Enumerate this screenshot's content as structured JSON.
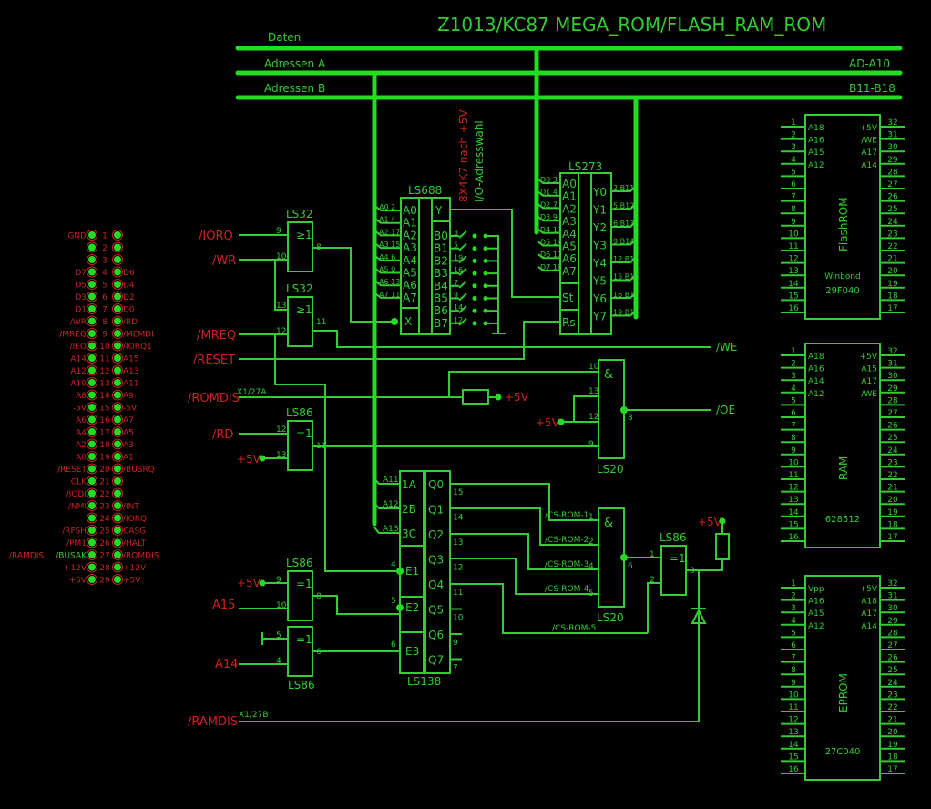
{
  "title": "Z1013/KC87 MEGA_ROM/FLASH_RAM_ROM",
  "buses": {
    "daten": "Daten",
    "adr_a": "Adressen A",
    "adr_b": "Adressen B",
    "adr_a_range": "AD-A10",
    "adr_b_range": "B11-B18"
  },
  "connector": {
    "rows": [
      {
        "n": "1",
        "l": "GND",
        "r": ""
      },
      {
        "n": "2",
        "l": "",
        "r": ""
      },
      {
        "n": "3",
        "l": "",
        "r": ""
      },
      {
        "n": "4",
        "l": "D7",
        "r": "D6"
      },
      {
        "n": "5",
        "l": "D5",
        "r": "D4"
      },
      {
        "n": "6",
        "l": "D3",
        "r": "D2"
      },
      {
        "n": "7",
        "l": "D1",
        "r": "D0"
      },
      {
        "n": "8",
        "l": "/WR",
        "r": "/RD"
      },
      {
        "n": "9",
        "l": "/MREQ",
        "r": "/MEMDI"
      },
      {
        "n": "10",
        "l": "/IEO",
        "r": "/IORQ1"
      },
      {
        "n": "11",
        "l": "A14",
        "r": "A15"
      },
      {
        "n": "12",
        "l": "A12",
        "r": "A13"
      },
      {
        "n": "13",
        "l": "A10",
        "r": "A11"
      },
      {
        "n": "14",
        "l": "A8",
        "r": "A9"
      },
      {
        "n": "15",
        "l": "-5V",
        "r": "-5V"
      },
      {
        "n": "16",
        "l": "A6",
        "r": "A7"
      },
      {
        "n": "17",
        "l": "A4",
        "r": "A5"
      },
      {
        "n": "18",
        "l": "A2",
        "r": "A3"
      },
      {
        "n": "19",
        "l": "A0",
        "r": "A1"
      },
      {
        "n": "20",
        "l": "/RESET",
        "r": "/BUSRQ"
      },
      {
        "n": "21",
        "l": "CLK",
        "r": ""
      },
      {
        "n": "22",
        "l": "/IODI",
        "r": ""
      },
      {
        "n": "23",
        "l": "/NMI",
        "r": "/INT"
      },
      {
        "n": "24",
        "l": "",
        "r": "/IORQ"
      },
      {
        "n": "25",
        "l": "/RFSH",
        "r": "CASG"
      },
      {
        "n": "26",
        "l": "/PM1",
        "r": "/HALT"
      },
      {
        "n": "27",
        "l": "/BUSAK",
        "r": "/ROMDIS"
      },
      {
        "n": "28",
        "l": "+12V",
        "r": "+12V"
      },
      {
        "n": "29",
        "l": "+5V",
        "r": "+5V"
      }
    ],
    "extra_left_27": "/RAMDIS"
  },
  "signals": {
    "iorq": "/IORQ",
    "wr": "/WR",
    "mreq": "/MREQ",
    "reset": "/RESET",
    "romdis": "/ROMDIS",
    "romdis_ref": "X1/27A",
    "rd": "/RD",
    "a15": "A15",
    "a14": "A14",
    "ramdis": "/RAMDIS",
    "ramdis_ref": "X1/27B",
    "we": "/WE",
    "oe": "/OE",
    "plus5v": "+5V"
  },
  "gates": {
    "ls32_1": {
      "name": "LS32",
      "sym": "≥1",
      "p1": "9",
      "p2": "10",
      "out": "8"
    },
    "ls32_2": {
      "name": "LS32",
      "sym": "≥1",
      "p1": "13",
      "p2": "12",
      "out": "11"
    },
    "ls86_1": {
      "name": "LS86",
      "sym": "=1",
      "p1": "12",
      "p2": "13",
      "out": "11"
    },
    "ls86_2": {
      "name": "LS86",
      "sym": "=1",
      "p1": "9",
      "p2": "10",
      "out": "8"
    },
    "ls86_3": {
      "name": "LS86",
      "sym": "=1",
      "p1": "5",
      "p2": "4",
      "out": "6"
    },
    "ls86_4": {
      "name": "LS86",
      "sym": "=1",
      "p1": "1",
      "p2": "2",
      "out": "3"
    },
    "ls20_1": {
      "name": "LS20",
      "sym": "&",
      "pins": [
        "10",
        "13",
        "12",
        "9"
      ],
      "out": "8"
    },
    "ls20_2": {
      "name": "LS20",
      "sym": "&",
      "pins": [
        "1",
        "2",
        "4",
        "5"
      ],
      "out": "6"
    }
  },
  "ls688": {
    "name": "LS688",
    "a_pins": [
      "A0",
      "A1",
      "A2",
      "A3",
      "A4",
      "A5",
      "A6",
      "A7"
    ],
    "a_labels": [
      "A0 2",
      "A1 4",
      "A2 17",
      "A3 15",
      "A4 6",
      "A5 9",
      "A6 13",
      "A7 11"
    ],
    "b_pins": [
      "B0",
      "B1",
      "B2",
      "B3",
      "B4",
      "B5",
      "B6",
      "B7"
    ],
    "b_nums": [
      "3",
      "5",
      "19",
      "16",
      "7",
      "9",
      "14",
      "12"
    ],
    "y": "Y",
    "x": "X",
    "note_red": "8X4K7 nach +5V",
    "note_green": "I/O-Adresswahl"
  },
  "ls273": {
    "name": "LS273",
    "a_pins": [
      "A0",
      "A1",
      "A2",
      "A3",
      "A4",
      "A5",
      "A6",
      "A7"
    ],
    "a_labels": [
      "D0 3",
      "D1 4",
      "D2 7",
      "D3 9",
      "D4 13",
      "D5 14",
      "D6 17",
      "D7 18"
    ],
    "y_pins": [
      "Y0",
      "Y1",
      "Y2",
      "Y3",
      "Y4",
      "Y5",
      "Y6",
      "Y7"
    ],
    "y_labels": [
      "2 B11",
      "5 B12",
      "6 B13",
      "9 B14",
      "12 B15",
      "15 B16",
      "16 B17",
      "19 B18"
    ],
    "st": "St",
    "rs": "Rs"
  },
  "ls138": {
    "name": "LS138",
    "in_pins": [
      "1A",
      "2B",
      "3C"
    ],
    "in_labels": [
      "A11",
      "A12",
      "A13"
    ],
    "e_pins": [
      "E1",
      "E2",
      "E3"
    ],
    "e_nums": [
      "4",
      "5",
      "6"
    ],
    "q_pins": [
      "Q0",
      "Q1",
      "Q2",
      "Q3",
      "Q4",
      "Q5",
      "Q6",
      "Q7"
    ],
    "q_nums": [
      "15",
      "14",
      "13",
      "12",
      "11",
      "10",
      "9",
      "7"
    ]
  },
  "cs_lines": [
    "/CS-ROM-1",
    "/CS-ROM-2",
    "/CS-ROM-3",
    "/CS-ROM-4",
    "/CS-ROM-5"
  ],
  "chips": [
    {
      "label": "FlashROM",
      "part": "29F040",
      "maker": "Winbond",
      "left_sig": [
        "A18",
        "A16",
        "A15",
        "A12"
      ],
      "right_sig": [
        "+5V",
        "/WE",
        "A17",
        "A14"
      ]
    },
    {
      "label": "RAM",
      "part": "628512",
      "maker": "",
      "left_sig": [
        "A18",
        "A16",
        "A14",
        "A12"
      ],
      "right_sig": [
        "+5V",
        "A15",
        "A17",
        "/WE"
      ]
    },
    {
      "label": "EPROM",
      "part": "27C040",
      "maker": "",
      "left_sig": [
        "Vpp",
        "A16",
        "A15",
        "A12"
      ],
      "right_sig": [
        "+5V",
        "A18",
        "A17",
        "A14"
      ]
    }
  ]
}
